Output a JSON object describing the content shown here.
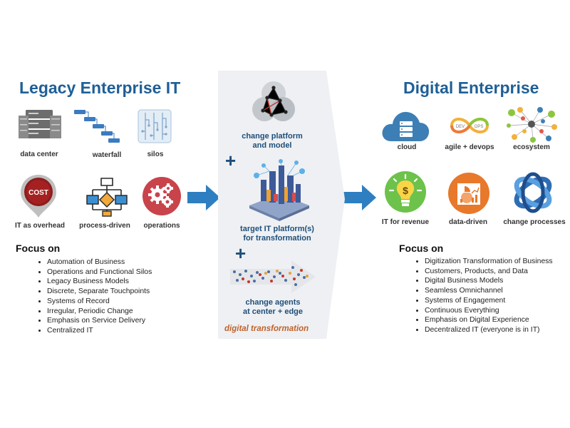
{
  "legacy": {
    "title": "Legacy Enterprise IT",
    "icons": [
      {
        "label": "data center",
        "icon": "server-rack-icon"
      },
      {
        "label": "waterfall",
        "icon": "waterfall-icon"
      },
      {
        "label": "silos",
        "icon": "silos-icon"
      },
      {
        "label": "IT as overhead",
        "icon": "cost-pin-icon",
        "badge": "COST"
      },
      {
        "label": "process-driven",
        "icon": "flowchart-icon"
      },
      {
        "label": "operations",
        "icon": "gears-icon"
      }
    ],
    "focus_heading": "Focus on",
    "focus_items": [
      "Automation of Business",
      "Operations and Functional Silos",
      "Legacy Business Models",
      "Discrete, Separate Touchpoints",
      "Systems of Record",
      "Irregular, Periodic Change",
      "Emphasis on Service Delivery",
      "Centralized IT"
    ]
  },
  "middle": {
    "step1": "change platform\nand model",
    "step2": "target IT platform(s)\nfor transformation",
    "step3": "change agents\nat center + edge",
    "plus": "+",
    "footer": "digital transformation"
  },
  "digital": {
    "title": "Digital Enterprise",
    "icons": [
      {
        "label": "cloud",
        "icon": "cloud-server-icon"
      },
      {
        "label": "agile + devops",
        "icon": "devops-infinity-icon"
      },
      {
        "label": "ecosystem",
        "icon": "ecosystem-network-icon"
      },
      {
        "label": "IT for revenue",
        "icon": "lightbulb-dollar-icon"
      },
      {
        "label": "data-driven",
        "icon": "chart-icon"
      },
      {
        "label": "change processes",
        "icon": "loop-icon"
      }
    ],
    "focus_heading": "Focus on",
    "focus_items": [
      "Digitization Transformation of Business",
      "Customers, Products, and Data",
      "Digital Business Models",
      "Seamless Omnichannel",
      "Systems of Engagement",
      "Continuous Everything",
      "Emphasis on Digital Experience",
      "Decentralized IT (everyone is in IT)"
    ]
  },
  "colors": {
    "title_blue": "#1f5f96",
    "arrow_blue": "#2e7fc1",
    "panel_bg": "#eef0f3",
    "accent_orange": "#c0622a",
    "cost_red": "#9b1b1b",
    "gear_red": "#c9434b",
    "cloud_blue": "#3d7fb5",
    "idea_green": "#6cc24a",
    "data_orange": "#e8782a"
  }
}
